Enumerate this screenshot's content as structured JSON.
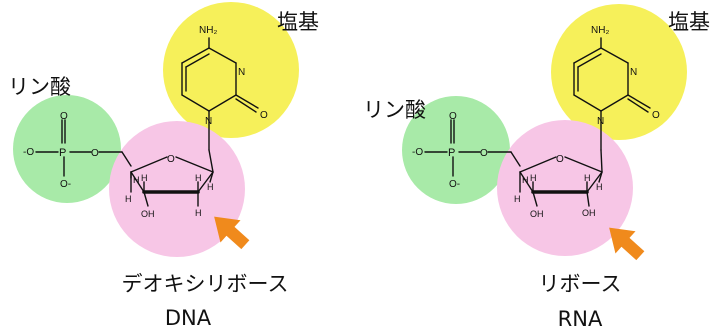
{
  "colors": {
    "phosphate": "#a8eaa8",
    "base": "#f6f05a",
    "sugar": "#f7c6e6",
    "arrow": "#f08a1c"
  },
  "panels": [
    {
      "base_label": "塩基",
      "phosphate_label": "リン酸",
      "sugar_name": "デオキシリボース",
      "acid_name": "DNA",
      "atoms": {
        "nh2": "NH₂",
        "n_ring_upper": "N",
        "n_glycosidic": "N",
        "o_carbonyl": "O",
        "p_o_top": "O",
        "p_o_left": "-O",
        "p": "P",
        "p_o_ester": "O",
        "p_o_bottom": "O-",
        "ring_o": "O",
        "h_c4": "H",
        "h_c3": "H",
        "h_c2": "H",
        "h_c1": "H",
        "h_c4_down": "H",
        "oh_c3": "OH",
        "h_c2_down": "H"
      }
    },
    {
      "base_label": "塩基",
      "phosphate_label": "リン酸",
      "sugar_name": "リボース",
      "acid_name": "RNA",
      "atoms": {
        "nh2": "NH₂",
        "n_ring_upper": "N",
        "n_glycosidic": "N",
        "o_carbonyl": "O",
        "p_o_top": "O",
        "p_o_left": "-O",
        "p": "P",
        "p_o_ester": "O",
        "p_o_bottom": "O-",
        "ring_o": "O",
        "h_c4": "H",
        "h_c3": "H",
        "h_c2": "H",
        "h_c1": "H",
        "h_c4_down": "H",
        "oh_c3": "OH",
        "oh_c2": "OH"
      }
    }
  ]
}
